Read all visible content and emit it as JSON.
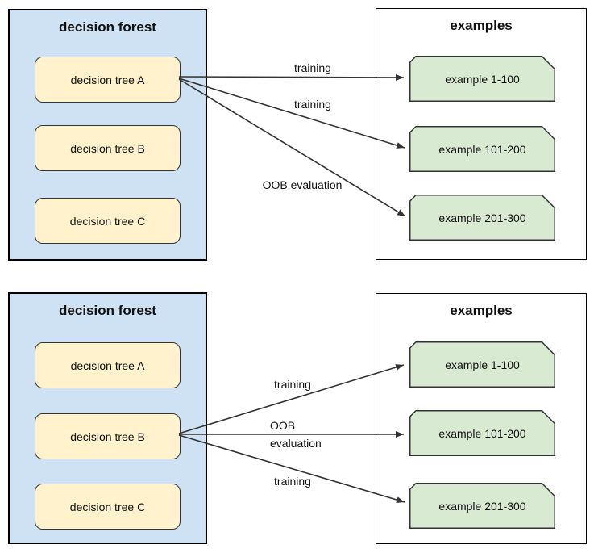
{
  "colors": {
    "forest_fill": "#cfe2f3",
    "tree_fill": "#fff2cc",
    "examples_box_fill": "#ffffff",
    "example_fill": "#d9ead3",
    "border": "#333333",
    "outer_border": "#000000",
    "arrow": "#333333",
    "text": "#111111"
  },
  "panels": [
    {
      "forest": {
        "title": "decision forest",
        "trees": [
          "decision tree A",
          "decision tree B",
          "decision tree C"
        ]
      },
      "examples": {
        "title": "examples",
        "items": [
          "example 1-100",
          "example 101-200",
          "example 201-300"
        ]
      },
      "arrows": [
        {
          "from": "decision tree A",
          "to": "example 1-100",
          "label": "training"
        },
        {
          "from": "decision tree A",
          "to": "example 101-200",
          "label": "training"
        },
        {
          "from": "decision tree A",
          "to": "example 201-300",
          "label": "OOB evaluation"
        }
      ]
    },
    {
      "forest": {
        "title": "decision forest",
        "trees": [
          "decision tree A",
          "decision tree B",
          "decision tree C"
        ]
      },
      "examples": {
        "title": "examples",
        "items": [
          "example 1-100",
          "example 101-200",
          "example 201-300"
        ]
      },
      "arrows": [
        {
          "from": "decision tree B",
          "to": "example 1-100",
          "label": "training"
        },
        {
          "from": "decision tree B",
          "to": "example 101-200",
          "label": "OOB\nevaluation"
        },
        {
          "from": "decision tree B",
          "to": "example 201-300",
          "label": "training"
        }
      ]
    }
  ]
}
